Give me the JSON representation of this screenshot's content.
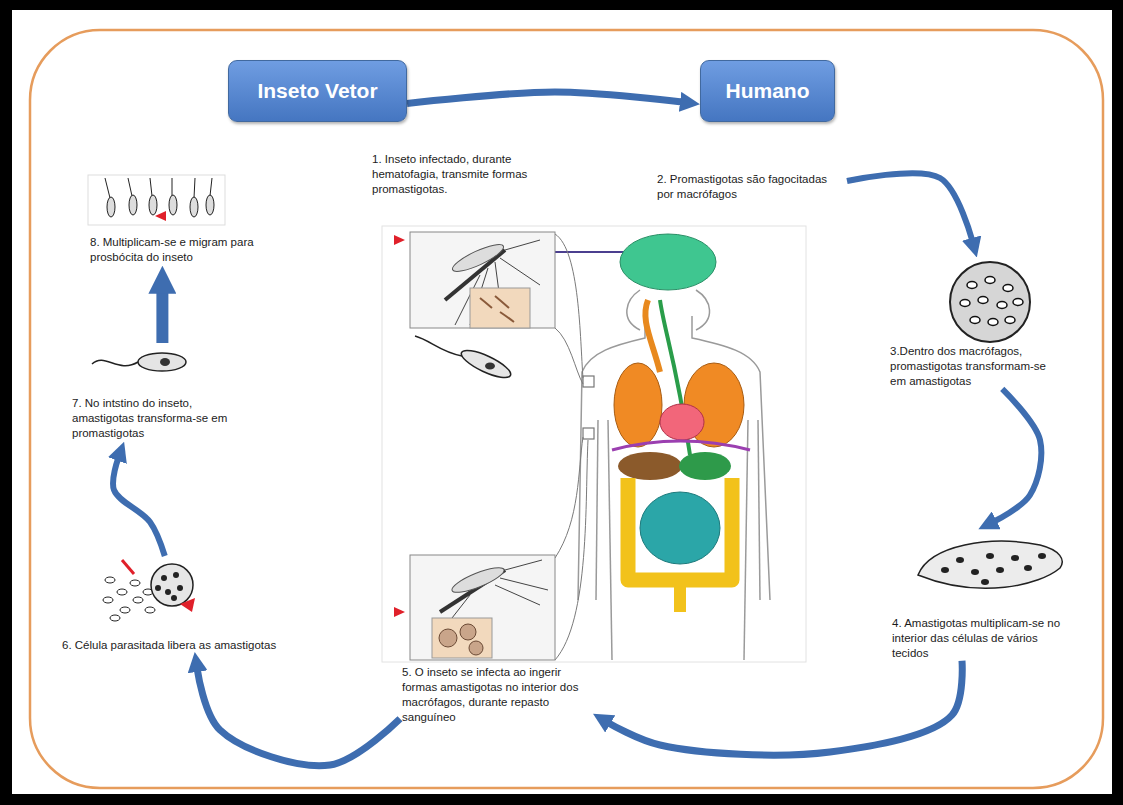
{
  "diagram": {
    "nodes": [
      {
        "text": [
          "Inseto Vetor"
        ]
      },
      {
        "text": [
          "Humano"
        ]
      },
      {
        "text": [
          "1. Inseto infectado, durante hematofagia, transmite formas promastigotas."
        ]
      },
      {
        "text": [
          "2. Promastigotas são fagocitadas por macrófagos"
        ]
      },
      {
        "text": [
          "3.Dentro dos macrófagos, promastigotas transformam-se em amastigotas"
        ]
      },
      {
        "text": [
          "4. Amastigotas multiplicam-se no interior das células de vários tecidos"
        ]
      },
      {
        "text": [
          "5. O inseto se infecta ao ingerir formas amastigotas no interior dos macrófagos, durante repasto sanguíneo"
        ]
      },
      {
        "text": [
          "6. Célula parasitada libera as amastigotas"
        ]
      },
      {
        "text": [
          "7. No intstino do inseto, amastigotas transforma-se em promastigotas"
        ]
      },
      {
        "text": [
          "8. Multiplicam-se e migram para prosbócita do inseto"
        ]
      }
    ],
    "edges": [
      {
        "from": 0,
        "to": 1,
        "arrow": "to"
      },
      {
        "from": 3,
        "to": 4,
        "arrow": "to"
      },
      {
        "from": 4,
        "to": 5,
        "arrow": "to"
      },
      {
        "from": 5,
        "to": 6,
        "arrow": "to"
      },
      {
        "from": 6,
        "to": 7,
        "arrow": "to"
      },
      {
        "from": 7,
        "to": 8,
        "arrow": "to"
      },
      {
        "from": 8,
        "to": 9,
        "arrow": "to"
      }
    ]
  }
}
